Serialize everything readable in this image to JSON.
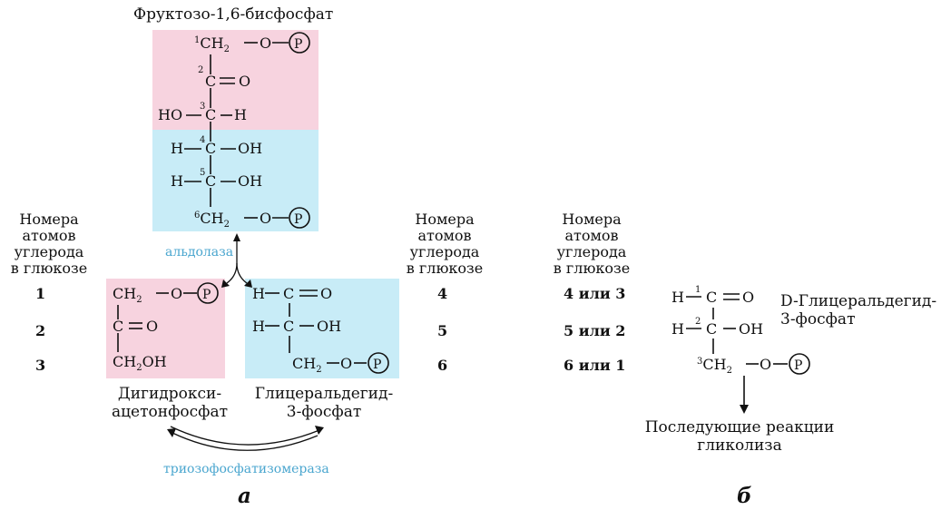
{
  "panel_a": {
    "title": "Фруктозо-1,6-бисфосфат",
    "left_header": [
      "Номера",
      "атомов",
      "углерода",
      "в глюкозе"
    ],
    "left_numbers": [
      "1",
      "2",
      "3"
    ],
    "right_header": [
      "Номера",
      "атомов",
      "углерода",
      "в глюкозе"
    ],
    "right_numbers": [
      "4",
      "5",
      "6"
    ],
    "enzyme_aldolase": "альдолаза",
    "enzyme_isomerase": "триозофосфатизомераза",
    "product_left": [
      "Дигидрокси-",
      "ацетонфосфат"
    ],
    "product_right": [
      "Глицеральдегид-",
      "3-фосфат"
    ],
    "label": "а"
  },
  "panel_b": {
    "header": [
      "Номера",
      "атомов",
      "углерода",
      "в глюкозе"
    ],
    "numbers": [
      "4 или 3",
      "5 или 2",
      "6 или 1"
    ],
    "compound": [
      "D-Глицеральдегид-",
      "3-фосфат"
    ],
    "next": [
      "Последующие реакции",
      "гликолиза"
    ],
    "label": "б"
  },
  "colors": {
    "pink": "#f7d3df",
    "blue": "#c8ecf7",
    "enzyme_text": "#4aa6cf"
  }
}
